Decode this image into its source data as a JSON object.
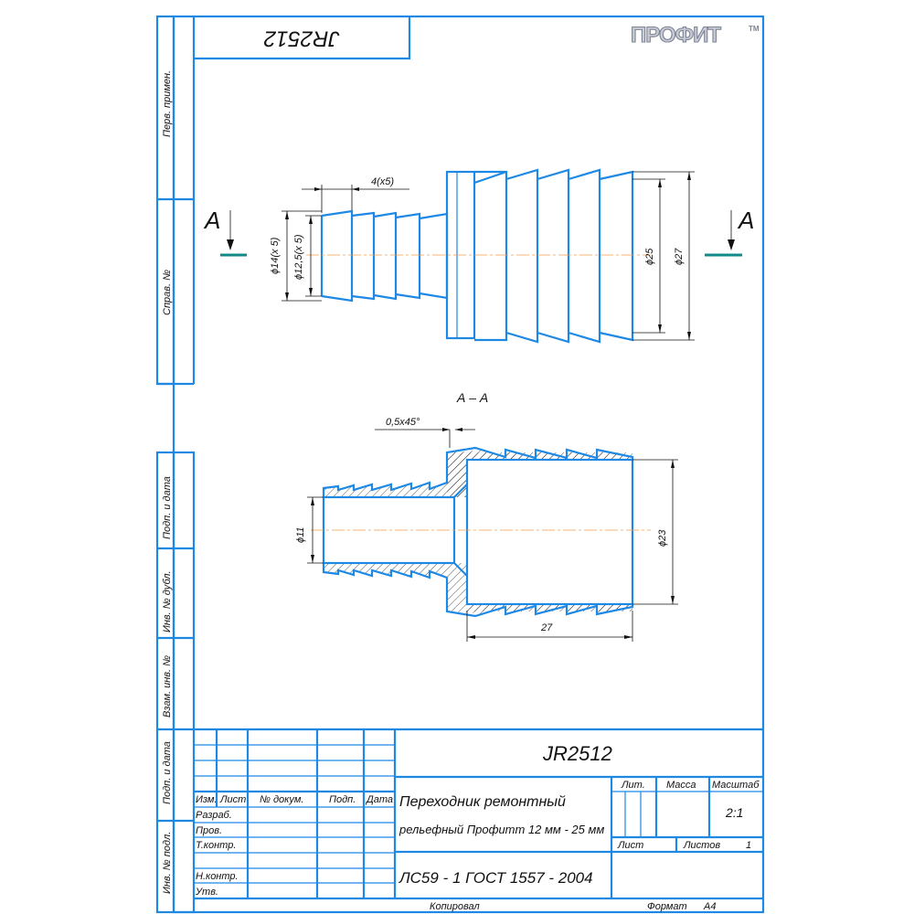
{
  "brand": {
    "logo_text": "ПРОФИТ",
    "tm": "TM"
  },
  "corner_stamp": "JR2512",
  "side_columns": {
    "perv_primen": "Перв. примен.",
    "sprav_no": "Справ. №",
    "podp_i_data_1": "Подп. и дата",
    "inv_no_dubl": "Инв. № дубл.",
    "vzam_inv_no": "Взам. инв. №",
    "podp_i_data_2": "Подп. и дата",
    "inv_no_podl": "Инв. № подл."
  },
  "view": {
    "section_letter_left": "А",
    "section_letter_right": "А",
    "dim_pitch": "4(x5)",
    "dim_d14": "ϕ14(x 5)",
    "dim_d125": "ϕ12,5(x 5)",
    "dim_d25": "ϕ25",
    "dim_d27": "ϕ27"
  },
  "section": {
    "title": "А – А",
    "chamfer": "0,5x45°",
    "dim_d11": "ϕ11",
    "dim_d23": "ϕ23",
    "dim_len": "27"
  },
  "title_block": {
    "designation": "JR2512",
    "name_line1": "Переходник ремонтный",
    "name_line2": "рельефный Профитт 12 мм - 25 мм",
    "material": "ЛС59 - 1 ГОСТ 1557 - 2004",
    "col_izm": "Изм.",
    "col_list": "Лист",
    "col_dokum": "№ докум.",
    "col_podp": "Подп.",
    "col_data": "Дата",
    "row_razrab": "Разраб.",
    "row_prov": "Пров.",
    "row_tkontr": "Т.контр.",
    "row_nkontr": "Н.контр.",
    "row_utv": "Утв.",
    "lit": "Лит.",
    "massa": "Масса",
    "masshtab": "Масштаб",
    "scale_value": "2:1",
    "sheet_label": "Лист",
    "sheets_label": "Листов",
    "sheets_value": "1"
  },
  "footer": {
    "copied": "Копировал",
    "format_label": "Формат",
    "format_value": "A4"
  }
}
